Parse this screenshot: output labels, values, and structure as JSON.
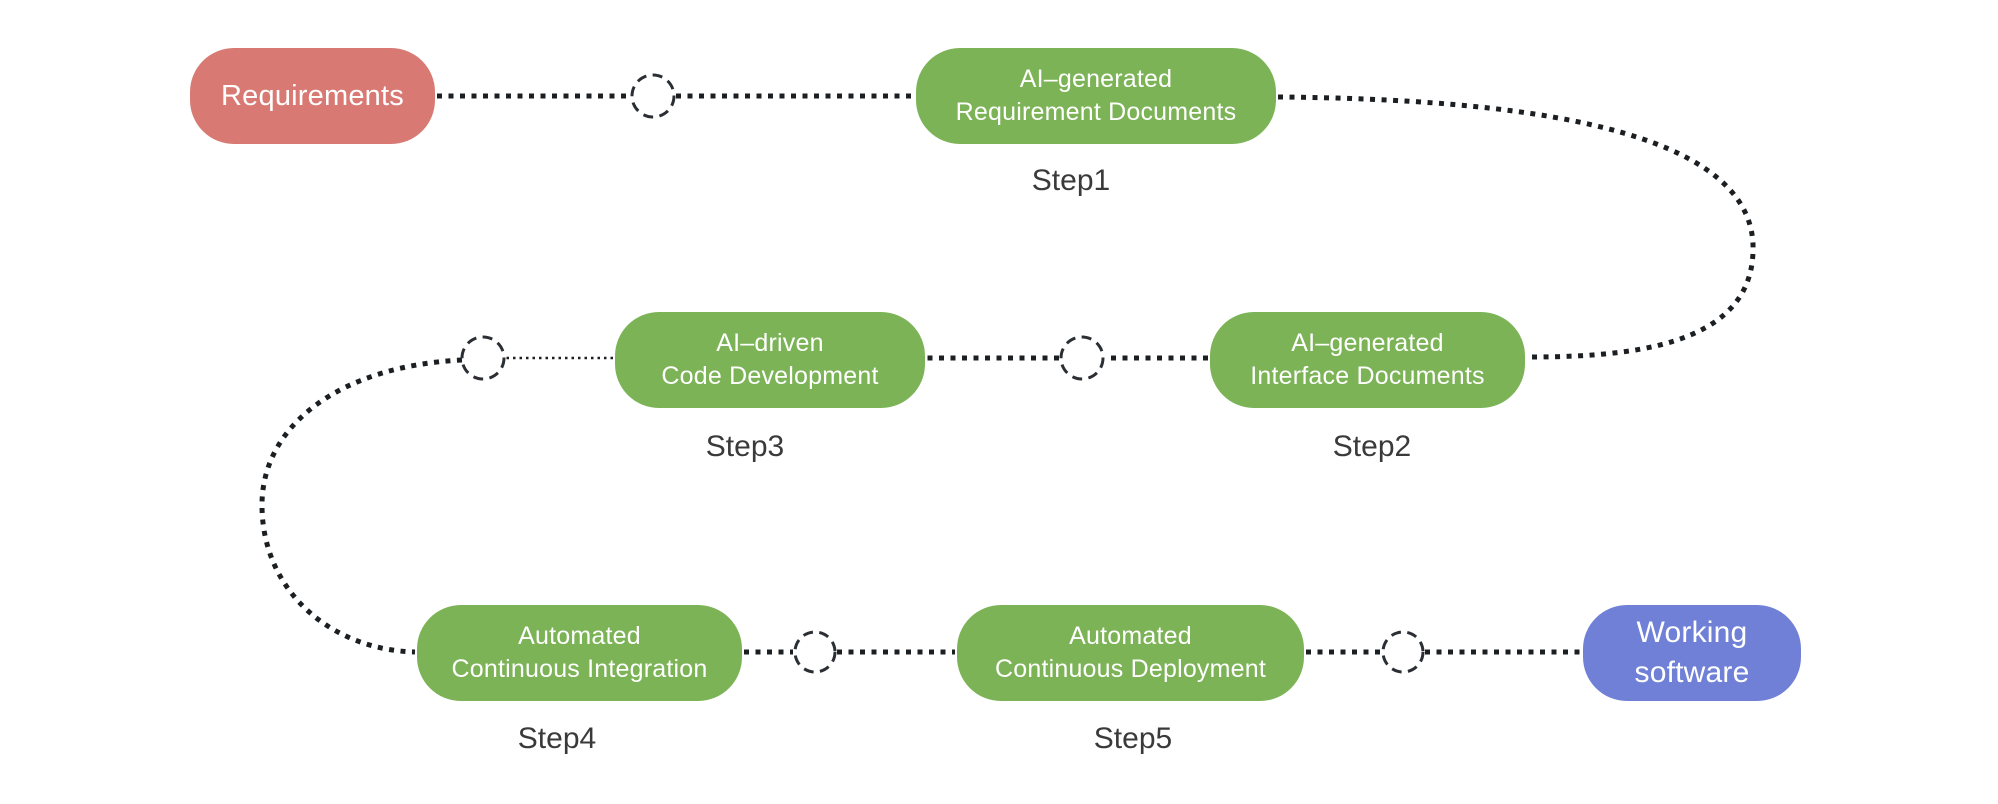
{
  "diagram": {
    "type": "process-flow",
    "background": "#FFFFFF",
    "node_colors": {
      "input": "#D87A73",
      "process": "#7CB356",
      "output": "#6F80D6"
    },
    "connector_color": "#1C1F22",
    "step_label_color": "#3A3A3A",
    "nodes": {
      "requirements": {
        "line1": "Requirements"
      },
      "req_docs": {
        "line1": "AI–generated",
        "line2": "Requirement Documents"
      },
      "interface_docs": {
        "line1": "AI–generated",
        "line2": "Interface Documents"
      },
      "code_dev": {
        "line1": "AI–driven",
        "line2": "Code Development"
      },
      "ci": {
        "line1": "Automated",
        "line2": "Continuous Integration"
      },
      "cd": {
        "line1": "Automated",
        "line2": "Continuous Deployment"
      },
      "working": {
        "line1": "Working",
        "line2": "software"
      }
    },
    "step_labels": {
      "step1": "Step1",
      "step2": "Step2",
      "step3": "Step3",
      "step4": "Step4",
      "step5": "Step5"
    },
    "flow_order": [
      "requirements",
      "req_docs (Step1)",
      "interface_docs (Step2)",
      "code_dev (Step3)",
      "ci (Step4)",
      "cd (Step5)",
      "working"
    ]
  }
}
